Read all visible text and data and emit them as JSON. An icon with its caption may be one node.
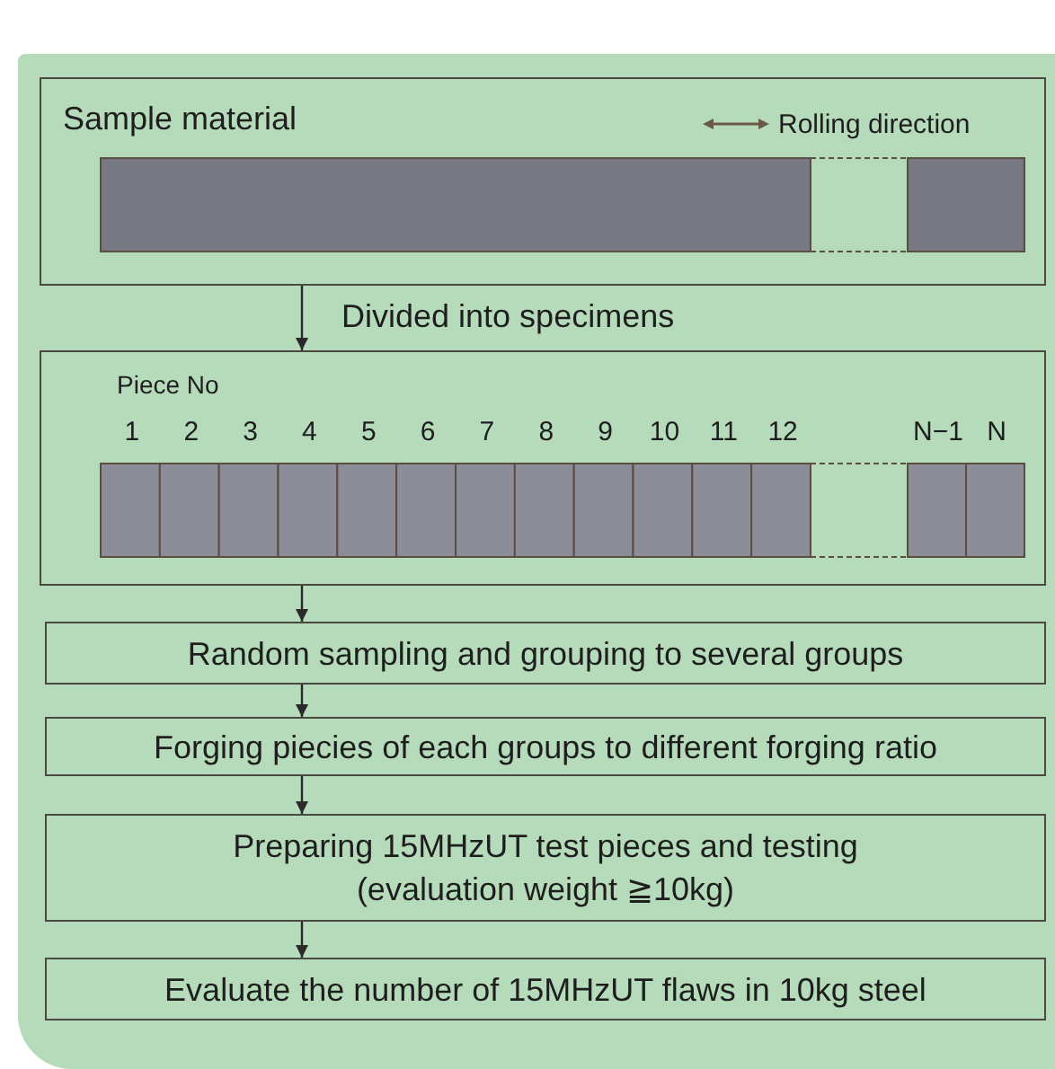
{
  "diagram": {
    "nodes": [
      {
        "text": [
          "Sample material"
        ]
      },
      {
        "text": [
          "Piece No"
        ]
      },
      {
        "text": [
          "Random sampling and grouping to several groups"
        ]
      },
      {
        "text": [
          "Forging piecies of each groups to different forging ratio"
        ]
      },
      {
        "text": [
          "Preparing 15MHzUT test pieces and testing (evaluation weight ≧10kg)"
        ]
      },
      {
        "text": [
          "Evaluate the number of 15MHzUT flaws in 10kg steel"
        ]
      }
    ],
    "edges": [
      {
        "from": 0,
        "to": 1,
        "arrow": "to",
        "label": "Divided into specimens"
      },
      {
        "from": 1,
        "to": 2,
        "arrow": "to"
      },
      {
        "from": 2,
        "to": 3,
        "arrow": "to"
      },
      {
        "from": 3,
        "to": 4,
        "arrow": "to"
      },
      {
        "from": 4,
        "to": 5,
        "arrow": "to"
      }
    ],
    "labels": [
      "Rolling direction",
      "1",
      "2",
      "3",
      "4",
      "5",
      "6",
      "7",
      "8",
      "9",
      "10",
      "11",
      "12",
      "N−1",
      "N"
    ]
  }
}
